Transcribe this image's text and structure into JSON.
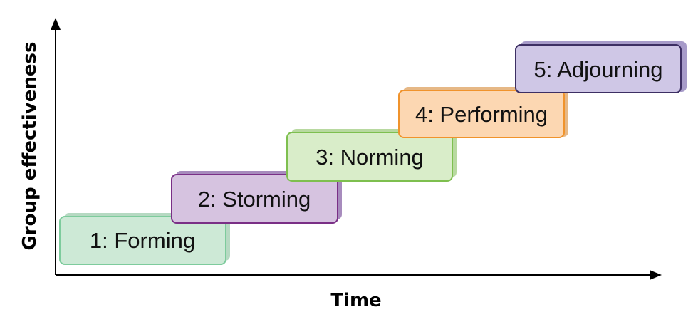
{
  "axes": {
    "x_label": "Time",
    "y_label": "Group effectiveness"
  },
  "stages": [
    {
      "label": "1: Forming",
      "fill": "#cde9d6",
      "border": "#7dcb9c",
      "shadow": "#b6d9c2"
    },
    {
      "label": "2: Storming",
      "fill": "#d6c3e0",
      "border": "#7a2f86",
      "shadow": "#a78bbd"
    },
    {
      "label": "3: Norming",
      "fill": "#d9edc9",
      "border": "#7ebf4f",
      "shadow": "#b8d9a0"
    },
    {
      "label": "4: Performing",
      "fill": "#fcd7b2",
      "border": "#f0932c",
      "shadow": "#e6b886"
    },
    {
      "label": "5: Adjourning",
      "fill": "#cfc7e6",
      "border": "#3d2f63",
      "shadow": "#a79bc9"
    }
  ]
}
